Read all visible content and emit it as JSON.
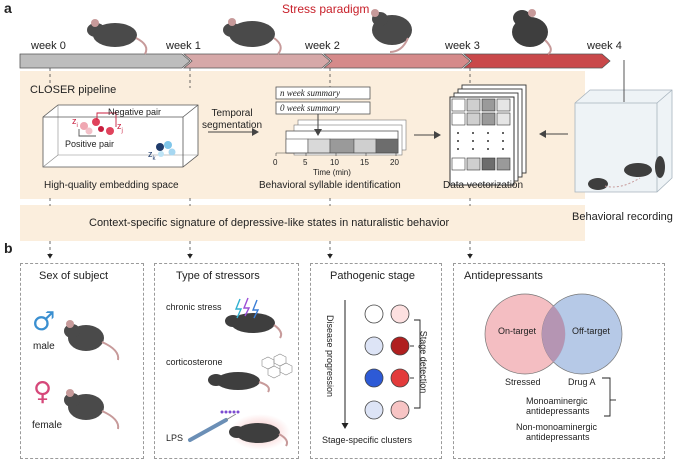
{
  "panel_a": {
    "letter": "a",
    "title": "Stress paradigm",
    "weeks": [
      "week 0",
      "week 1",
      "week 2",
      "week 3",
      "week 4"
    ],
    "pipeline_title": "CLOSER pipeline",
    "embedding": {
      "negative_pair": "Negative pair",
      "positive_pair": "Positive pair",
      "zi": "z",
      "zi_sub": "i",
      "zj": "z",
      "zj_sub": "j",
      "zk": "z",
      "zk_sub": "k",
      "caption": "High-quality embedding space"
    },
    "temporal_segmentation": "Temporal\nsegmentation",
    "summary_n": "n week summary",
    "summary_0": "0 week summary",
    "time_ticks": [
      "0",
      "5",
      "10",
      "15",
      "20"
    ],
    "time_label": "Time (min)",
    "syllable_caption": "Behavioral syllable identification",
    "vectorization_caption": "Data vectorization",
    "recording_caption": "Behavioral recording",
    "signature": "Context-specific signature of depressive-like states in naturalistic behavior"
  },
  "panel_b": {
    "letter": "b",
    "sex": {
      "title": "Sex of subject",
      "male": "male",
      "female": "female",
      "male_symbol": "♂",
      "female_symbol": "♀"
    },
    "stressors": {
      "title": "Type of stressors",
      "items": [
        "chronic stress",
        "corticosterone",
        "LPS"
      ]
    },
    "stage": {
      "title": "Pathogenic stage",
      "progression": "Disease progression",
      "detection": "Stage detection",
      "clusters": "Stage-specific clusters",
      "circle_colors": [
        [
          "#ffffff",
          "#fde0e0"
        ],
        [
          "#dde4f6",
          "#b01f1f"
        ],
        [
          "#2d5ad6",
          "#e23b3b"
        ],
        [
          "#dde4f6",
          "#f7c4c4"
        ]
      ]
    },
    "antidepressants": {
      "title": "Antidepressants",
      "on_target": "On-target",
      "off_target": "Off-target",
      "stressed": "Stressed",
      "drug": "Drug A",
      "mono_1": "Monoaminergic",
      "mono_2": "antidepressants",
      "nonmono_1": "Non-monoaminergic",
      "nonmono_2": "antidepressants"
    }
  },
  "colors": {
    "title_red": "#c8202a",
    "band": "#fbeedd",
    "arrow_gray": "#9a9a9a",
    "male_blue": "#3a8fd0",
    "female_pink": "#d6487a",
    "venn_red": "#f2b3b7",
    "venn_blue": "#a9bfe3"
  }
}
